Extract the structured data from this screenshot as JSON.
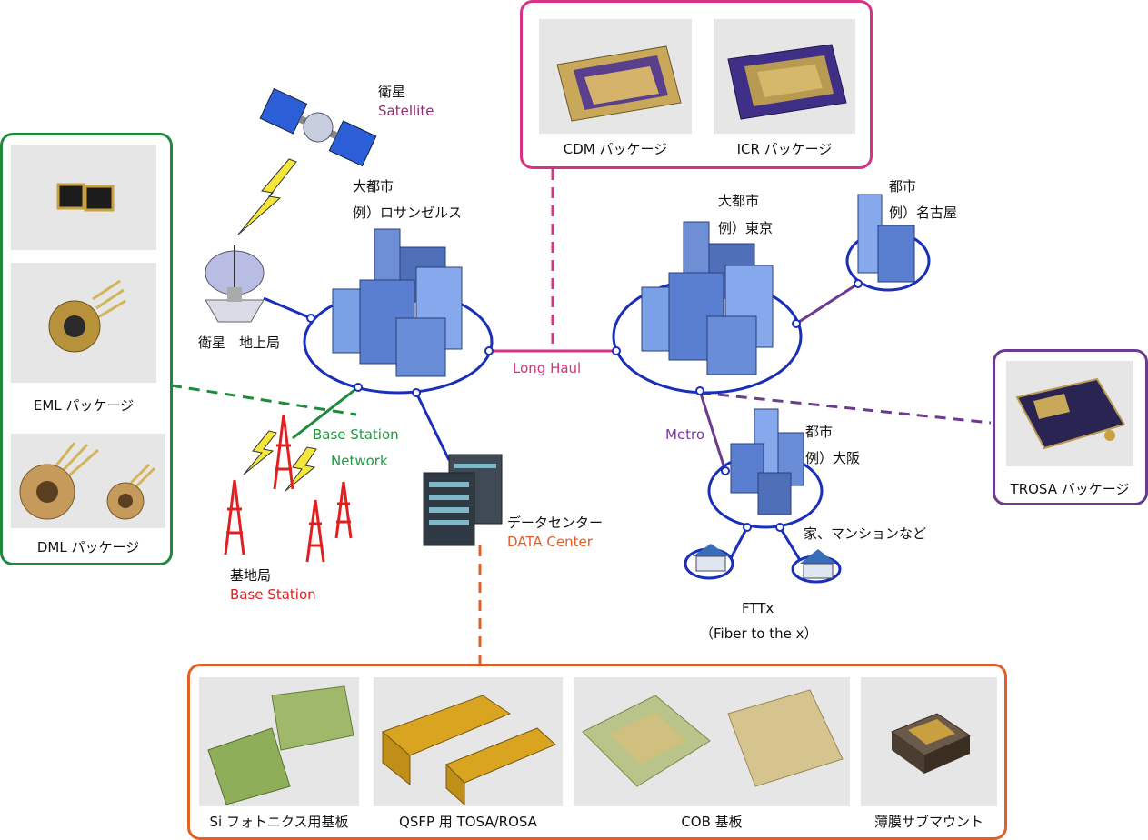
{
  "colors": {
    "network_blue": "#1a2fb8",
    "longhaul_pink": "#d63384",
    "eml_green": "#1e8a3c",
    "trosa_purple": "#6a3b8e",
    "datacenter_orange": "#e0602a",
    "basestation_red": "#e02020",
    "satellite_purple": "#8e2d6e",
    "label_green": "#1e9a3c",
    "metro_purple": "#7a3aa0",
    "longhaul_text": "#d0357a"
  },
  "labels": {
    "satellite_jp": "衛星",
    "satellite_en": "Satellite",
    "ground_station": "衛星　地上局",
    "la_city_1": "大都市",
    "la_city_2": "例）ロサンゼルス",
    "tokyo_city_1": "大都市",
    "tokyo_city_2": "例）東京",
    "nagoya_city_1": "都市",
    "nagoya_city_2": "例）名古屋",
    "osaka_city_1": "都市",
    "osaka_city_2": "例）大阪",
    "long_haul": "Long Haul",
    "metro": "Metro",
    "bs_network_1": "Base Station",
    "bs_network_2": "Network",
    "base_station_jp": "基地局",
    "base_station_en": "Base Station",
    "datacenter_jp": "データセンター",
    "datacenter_en": "DATA Center",
    "homes": "家、マンションなど",
    "fttx_1": "FTTx",
    "fttx_2": "（Fiber to the x）"
  },
  "packages": {
    "cdm": "CDM パッケージ",
    "icr": "ICR パッケージ",
    "eml": "EML パッケージ",
    "dml": "DML パッケージ",
    "trosa": "TROSA パッケージ",
    "si_photonics": "Si フォトニクス用基板",
    "qsfp": "QSFP 用 TOSA/ROSA",
    "cob": "COB 基板",
    "thin_film": "薄膜サブマウント"
  }
}
